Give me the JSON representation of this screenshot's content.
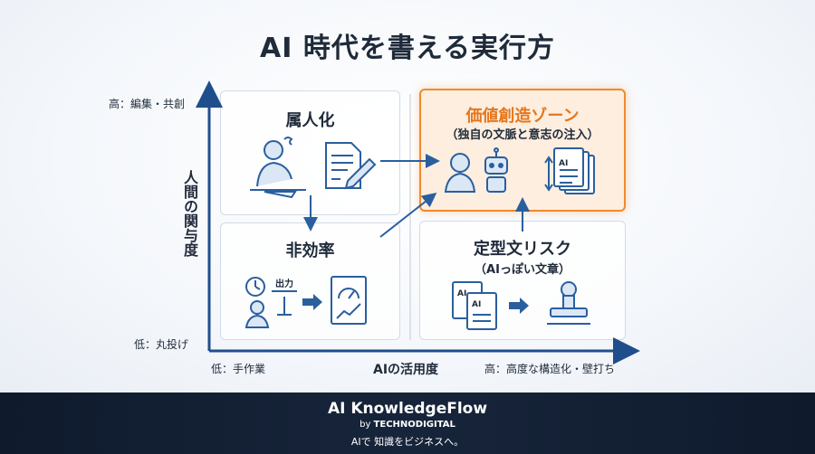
{
  "title": "AI 時代を書える実行方",
  "axes": {
    "y_title": "人間の関与度",
    "y_high": "高：編集・共創",
    "y_low": "低：丸投げ",
    "x_title": "AIの活用度",
    "x_low": "低：手作業",
    "x_high": "高：高度な構造化・壁打ち"
  },
  "quadrants": {
    "top_left": {
      "title": "属人化"
    },
    "bottom_left": {
      "title": "非効率",
      "icon_label": "出力"
    },
    "top_right": {
      "title": "価値創造ゾーン",
      "subtitle": "（独自の文脈と意志の注入）",
      "icon_label": "AI"
    },
    "bottom_right": {
      "title": "定型文リスク",
      "subtitle": "（AIっぽい文章）",
      "icon_label_1": "AI",
      "icon_label_2": "AI"
    }
  },
  "colors": {
    "accent": "#f08a2c",
    "axis": "#1f4e8c",
    "icon": "#2a5f9e",
    "footer_bg": "#0f1a2c"
  },
  "footer": {
    "brand": "AI KnowledgeFlow",
    "by_prefix": "by",
    "by_name": "TECHNODIGITAL",
    "tagline": "AIで 知識をビジネスへ。"
  }
}
